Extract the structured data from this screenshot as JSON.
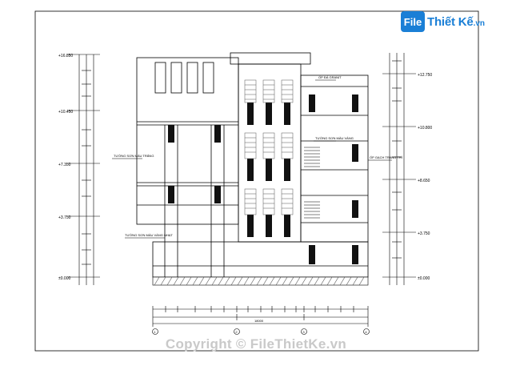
{
  "watermark": {
    "logo_badge": "File",
    "logo_text": "Thiết Kế",
    "logo_tld": ".vn",
    "footer": "Copyright © FileThietKe.vn"
  },
  "left_levels": [
    "+16.850",
    "+10.450",
    "+7.350",
    "+3.750",
    "±0.000"
  ],
  "right_levels": [
    "+12.750",
    "+10.800",
    "+8.650",
    "+3.750",
    "±0.000"
  ],
  "annotations": [
    "TƯỜNG SƠN MÀU TRẮNG",
    "TƯỜNG SƠN MÀU VÀNG NHẠT",
    "ỐP ĐÁ GRANIT",
    "TƯỜNG SƠN MÀU VÀNG",
    "ỐP GẠCH TRANG TRÍ"
  ],
  "axis_labels": [
    "1",
    "2",
    "3",
    "4"
  ],
  "dim_total": "18000",
  "colors": {
    "line": "#000000",
    "hatch": "#555555",
    "logo": "#1a7fd6",
    "footer": "#c9c9c9"
  }
}
